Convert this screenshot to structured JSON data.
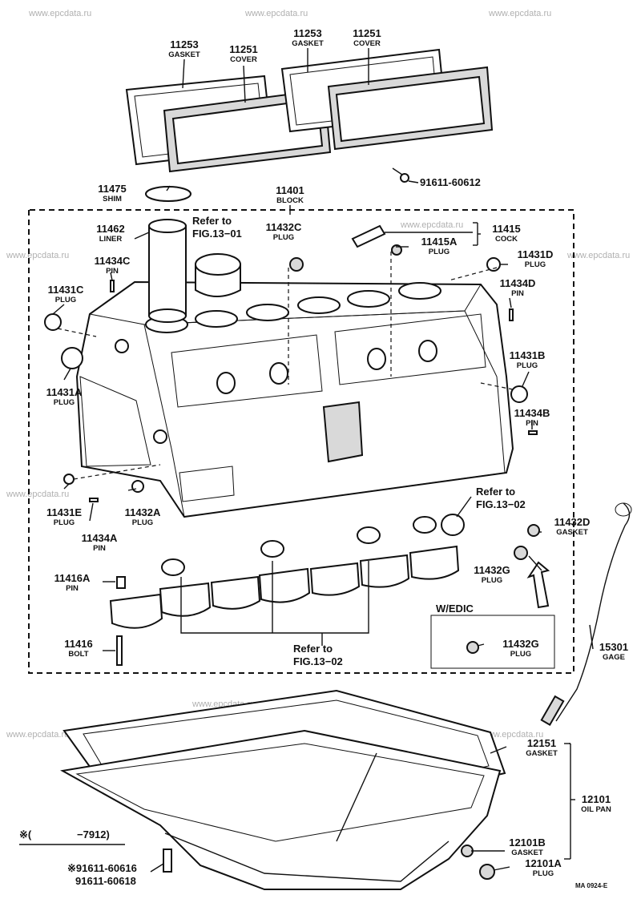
{
  "watermarks": [
    "www.epcdata.ru"
  ],
  "parts": [
    {
      "id": "p11253a",
      "number": "11253",
      "name": "GASKET"
    },
    {
      "id": "p11251a",
      "number": "11251",
      "name": "COVER"
    },
    {
      "id": "p11253b",
      "number": "11253",
      "name": "GASKET"
    },
    {
      "id": "p11251b",
      "number": "11251",
      "name": "COVER"
    },
    {
      "id": "p91611a",
      "number": "91611-60612",
      "name": ""
    },
    {
      "id": "p11475",
      "number": "11475",
      "name": "SHIM"
    },
    {
      "id": "p11401",
      "number": "11401",
      "name": "BLOCK"
    },
    {
      "id": "p11462",
      "number": "11462",
      "name": "LINER"
    },
    {
      "id": "p11432c",
      "number": "11432C",
      "name": "PLUG"
    },
    {
      "id": "p11415",
      "number": "11415",
      "name": "COCK"
    },
    {
      "id": "p11415a",
      "number": "11415A",
      "name": "PLUG"
    },
    {
      "id": "p11431d",
      "number": "11431D",
      "name": "PLUG"
    },
    {
      "id": "p11434c",
      "number": "11434C",
      "name": "PIN"
    },
    {
      "id": "p11434d",
      "number": "11434D",
      "name": "PIN"
    },
    {
      "id": "p11431c",
      "number": "11431C",
      "name": "PLUG"
    },
    {
      "id": "p11431b",
      "number": "11431B",
      "name": "PLUG"
    },
    {
      "id": "p11431a",
      "number": "11431A",
      "name": "PLUG"
    },
    {
      "id": "p11434b",
      "number": "11434B",
      "name": "PIN"
    },
    {
      "id": "p11431e",
      "number": "11431E",
      "name": "PLUG"
    },
    {
      "id": "p11432a",
      "number": "11432A",
      "name": "PLUG"
    },
    {
      "id": "p11434a",
      "number": "11434A",
      "name": "PIN"
    },
    {
      "id": "p11432d",
      "number": "11432D",
      "name": "GASKET"
    },
    {
      "id": "p11432g",
      "number": "11432G",
      "name": "PLUG"
    },
    {
      "id": "p11416a",
      "number": "11416A",
      "name": "PIN"
    },
    {
      "id": "p11416",
      "number": "11416",
      "name": "BOLT"
    },
    {
      "id": "p11432g2",
      "number": "11432G",
      "name": "PLUG"
    },
    {
      "id": "p15301",
      "number": "15301",
      "name": "GAGE"
    },
    {
      "id": "p12151",
      "number": "12151",
      "name": "GASKET"
    },
    {
      "id": "p12101",
      "number": "12101",
      "name": "OIL PAN"
    },
    {
      "id": "p12101b",
      "number": "12101B",
      "name": "GASKET"
    },
    {
      "id": "p12101a",
      "number": "12101A",
      "name": "PLUG"
    },
    {
      "id": "p91611b",
      "number": "※91611-60616",
      "name": ""
    },
    {
      "id": "p91611c",
      "number": "91611-60618",
      "name": ""
    }
  ],
  "references": {
    "ref_liner_line1": "Refer to",
    "ref_liner_line2": "FIG.13−01",
    "ref_bearing_line1": "Refer to",
    "ref_bearing_line2": "FIG.13−02",
    "ref_plug_line1": "Refer to",
    "ref_plug_line2": "FIG.13−02"
  },
  "variant_box": {
    "title": "W/EDIC"
  },
  "date_note": {
    "mark": "※(",
    "range": "−7912)"
  },
  "footer_code": "MA  0924-E"
}
